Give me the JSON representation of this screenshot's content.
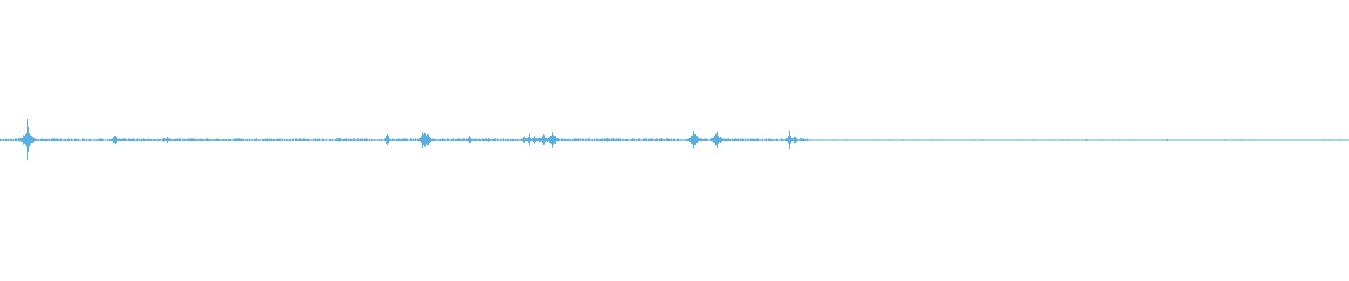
{
  "waveform": {
    "color": "#5aaee0",
    "duration_fraction_events": [
      {
        "pos": 0.0205,
        "amp": 0.09
      },
      {
        "pos": 0.014,
        "amp": 0.008
      },
      {
        "pos": 0.042,
        "amp": 0.006
      },
      {
        "pos": 0.085,
        "amp": 0.03
      },
      {
        "pos": 0.1215,
        "amp": 0.012
      },
      {
        "pos": 0.124,
        "amp": 0.014
      },
      {
        "pos": 0.142,
        "amp": 0.008
      },
      {
        "pos": 0.175,
        "amp": 0.005
      },
      {
        "pos": 0.25,
        "amp": 0.01
      },
      {
        "pos": 0.2515,
        "amp": 0.012
      },
      {
        "pos": 0.287,
        "amp": 0.03
      },
      {
        "pos": 0.313,
        "amp": 0.04
      },
      {
        "pos": 0.315,
        "amp": 0.05
      },
      {
        "pos": 0.317,
        "amp": 0.036
      },
      {
        "pos": 0.348,
        "amp": 0.02
      },
      {
        "pos": 0.362,
        "amp": 0.008
      },
      {
        "pos": 0.388,
        "amp": 0.02
      },
      {
        "pos": 0.392,
        "amp": 0.025
      },
      {
        "pos": 0.396,
        "amp": 0.022
      },
      {
        "pos": 0.4,
        "amp": 0.018
      },
      {
        "pos": 0.403,
        "amp": 0.035
      },
      {
        "pos": 0.4095,
        "amp": 0.05
      },
      {
        "pos": 0.45,
        "amp": 0.01
      },
      {
        "pos": 0.454,
        "amp": 0.012
      },
      {
        "pos": 0.49,
        "amp": 0.008
      },
      {
        "pos": 0.514,
        "amp": 0.05
      },
      {
        "pos": 0.5315,
        "amp": 0.048
      },
      {
        "pos": 0.585,
        "amp": 0.04
      },
      {
        "pos": 0.589,
        "amp": 0.02
      },
      {
        "pos": 0.747,
        "amp": 0.004
      },
      {
        "pos": 0.805,
        "amp": 0.004
      },
      {
        "pos": 0.865,
        "amp": 0.003
      },
      {
        "pos": 0.957,
        "amp": 0.003
      }
    ]
  }
}
